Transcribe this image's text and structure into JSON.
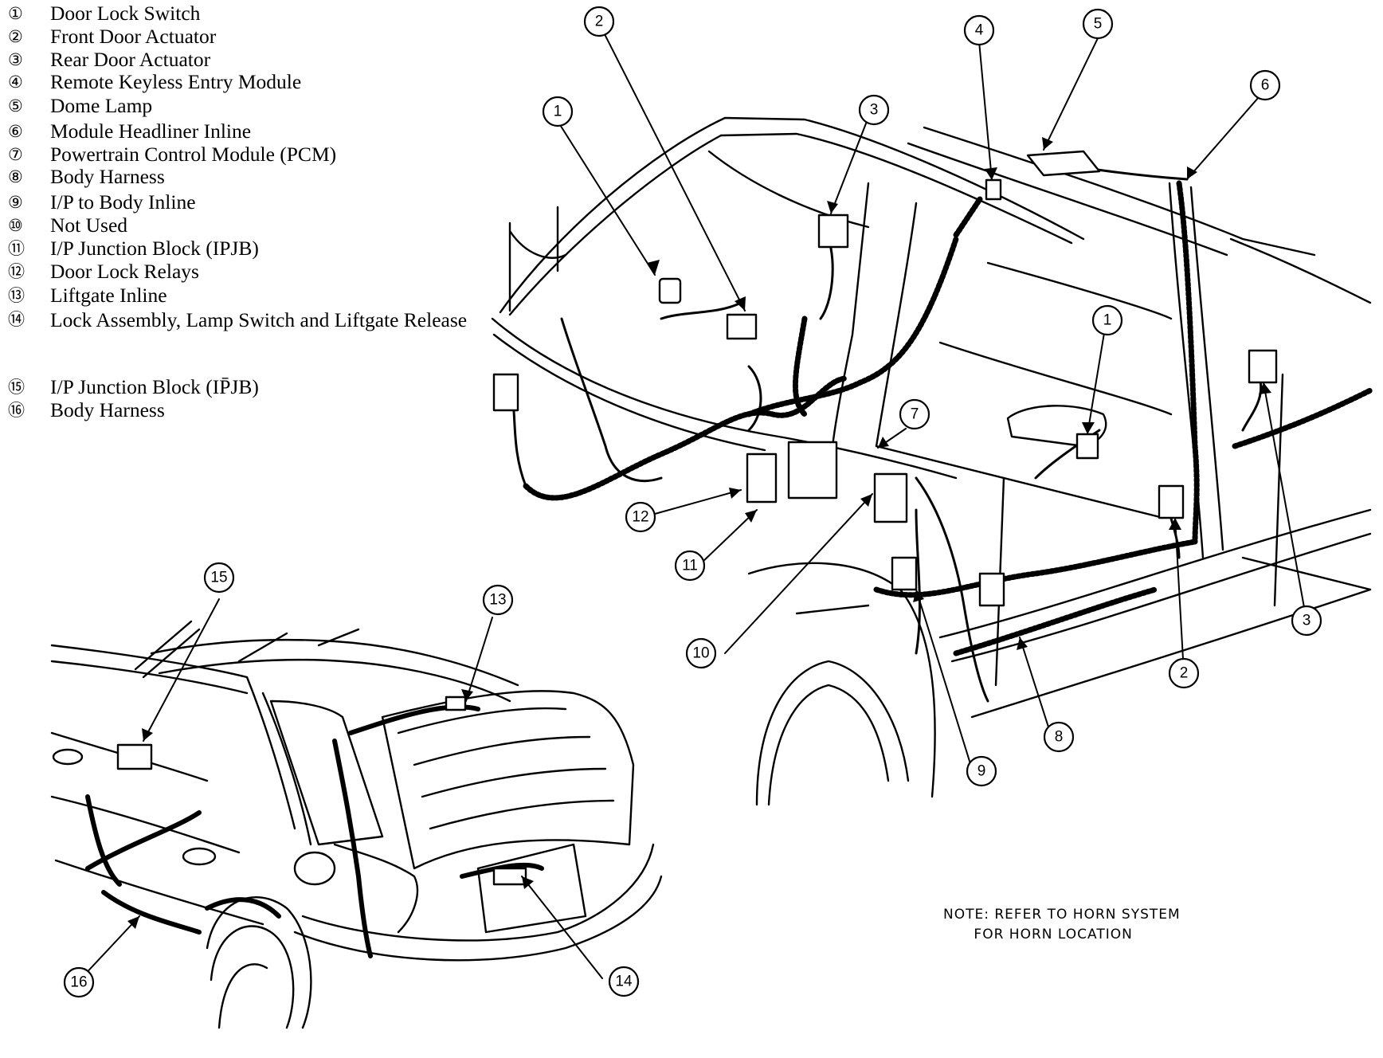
{
  "legend": [
    {
      "num": "①",
      "label": "Door Lock Switch"
    },
    {
      "num": "②",
      "label": "Front Door Actuator"
    },
    {
      "num": "③",
      "label": "Rear Door Actuator"
    },
    {
      "num": "④",
      "label": "Remote Keyless Entry Module"
    },
    {
      "num": "⑤",
      "label": "Dome Lamp"
    },
    {
      "num": "⑥",
      "label": "Module Headliner Inline"
    },
    {
      "num": "⑦",
      "label": "Powertrain Control Module (PCM)"
    },
    {
      "num": "⑧",
      "label": "Body Harness"
    },
    {
      "num": "⑨",
      "label": "I/P to Body Inline"
    },
    {
      "num": "⑩",
      "label": "Not Used"
    },
    {
      "num": "⑪",
      "label": "I/P Junction Block (IPJB)"
    },
    {
      "num": "⑫",
      "label": "Door Lock Relays"
    },
    {
      "num": "⑬",
      "label": "Liftgate Inline"
    },
    {
      "num": "⑭",
      "label": "Lock Assembly, Lamp Switch and Liftgate Release"
    },
    {
      "num": "⑮",
      "label": "I/P Junction Block (IP̄JB)"
    },
    {
      "num": "⑯",
      "label": "Body Harness"
    }
  ],
  "callouts": [
    "1",
    "2",
    "3",
    "4",
    "5",
    "6",
    "7",
    "1",
    "2",
    "3",
    "8",
    "9",
    "10",
    "11",
    "12",
    "13",
    "14",
    "15",
    "16"
  ],
  "note": {
    "line1": "NOTE: REFER TO HORN SYSTEM",
    "line2": "      FOR HORN LOCATION"
  }
}
